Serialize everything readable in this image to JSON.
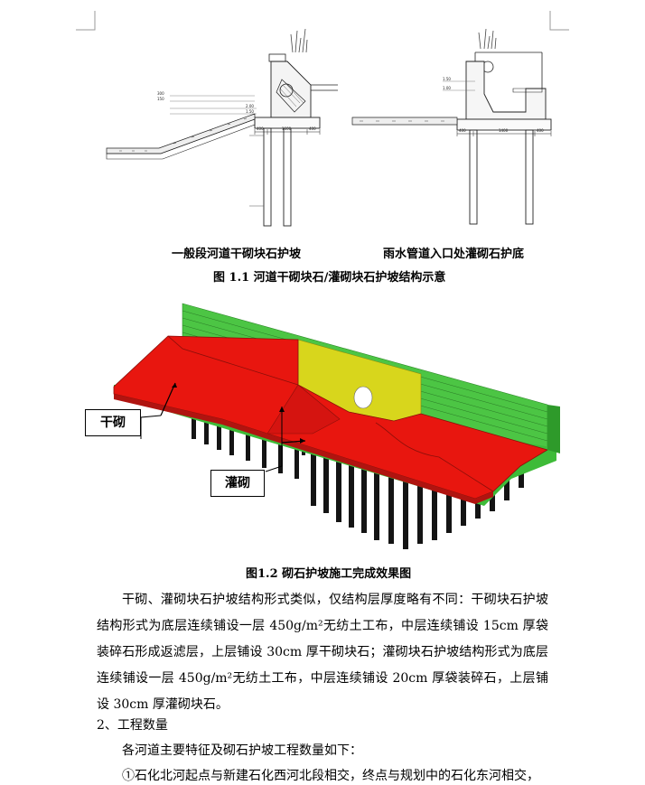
{
  "figure_1_1": {
    "left_title": "一般段河道干砌块石护坡",
    "right_title": "雨水管道入口处灌砌石护底",
    "caption": "图 1.1 河道干砌块石/灌砌块石护坡结构示意",
    "left_dims": [
      "400",
      "1600",
      "400"
    ],
    "right_dims": [
      "400",
      "1400",
      "400"
    ],
    "left_elev": [
      "300",
      "150",
      "2.00",
      "1.50"
    ],
    "right_elev": [
      "1.50",
      "1.00"
    ]
  },
  "figure_1_2": {
    "callout_dry": "干砌",
    "callout_grouted": "灌砌",
    "caption": "图1.2 砌石护坡施工完成效果图",
    "colors": {
      "dry_masonry": "#e8160f",
      "grouted_masonry": "#d4d21a",
      "retaining_wall": "#3fbf3a",
      "piles": "#111111"
    }
  },
  "body": {
    "paragraph": "干砌、灌砌块石护坡结构形式类似，仅结构层厚度略有不同：干砌块石护坡结构形式为底层连续铺设一层 450g/m²无纺土工布，中层连续铺设 15cm 厚袋装碎石形成返滤层，上层铺设 30cm 厚干砌块石；灌砌块石护坡结构形式为底层连续铺设一层 450g/m²无纺土工布，中层连续铺设 20cm 厚袋装碎石，上层铺设 30cm 厚灌砌块石。",
    "section_heading": "2、工程数量",
    "intro_line": "各河道主要特征及砌石护坡工程数量如下：",
    "item_1": "①石化北河起点与新建石化西河北段相交，终点与规划中的石化东河相交，"
  }
}
